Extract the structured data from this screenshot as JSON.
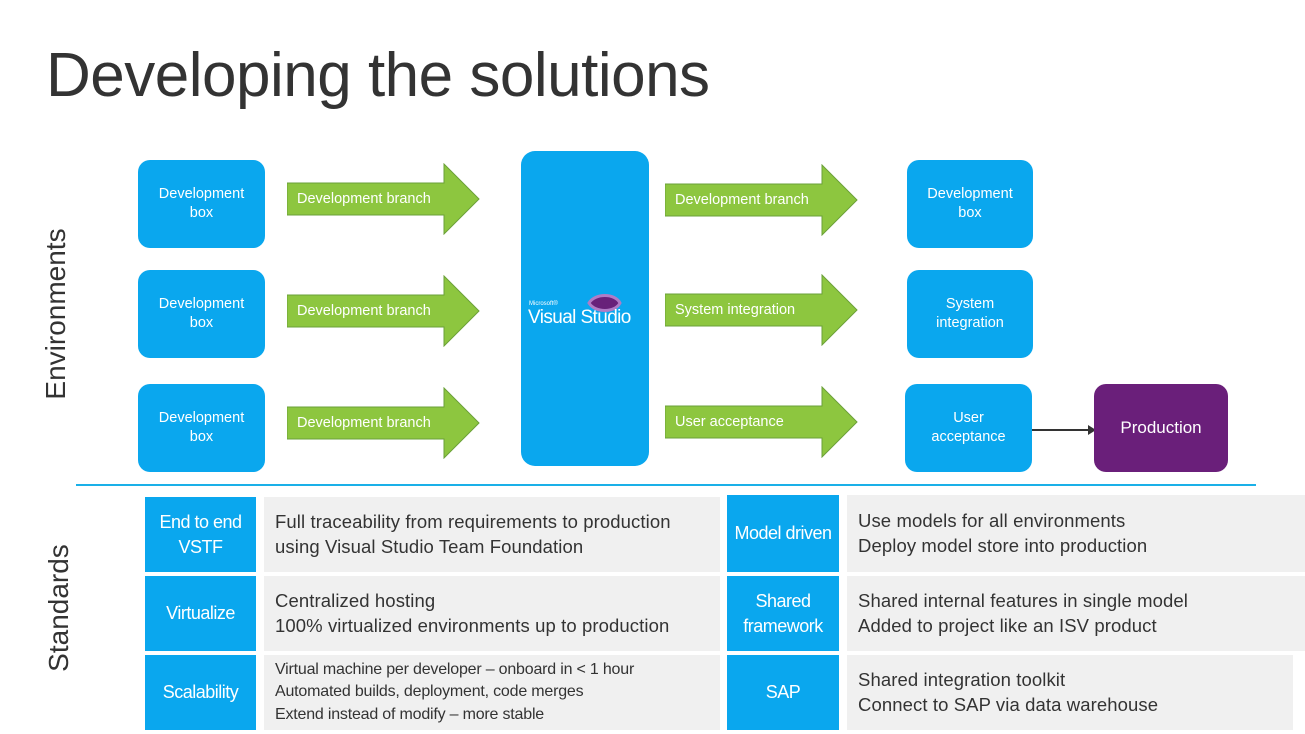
{
  "title": "Developing the solutions",
  "sections": {
    "environments": "Environments",
    "standards": "Standards"
  },
  "diagram": {
    "source_boxes": [
      {
        "label": "Development box"
      },
      {
        "label": "Development box"
      },
      {
        "label": "Development box"
      }
    ],
    "input_arrows": [
      {
        "label": "Development branch"
      },
      {
        "label": "Development branch"
      },
      {
        "label": "Development branch"
      }
    ],
    "center": {
      "brand_small": "Microsoft®",
      "brand_name": "Visual Studio"
    },
    "output_arrows": [
      {
        "label": "Development branch"
      },
      {
        "label": "System integration"
      },
      {
        "label": "User acceptance"
      }
    ],
    "target_boxes": [
      {
        "label": "Development box"
      },
      {
        "label": "System integration"
      },
      {
        "label": "User acceptance"
      }
    ],
    "production": {
      "label": "Production"
    }
  },
  "standards": {
    "left": [
      {
        "label": "End to end VSTF",
        "lines": [
          "Full traceability from requirements to production using Visual Studio Team Foundation"
        ]
      },
      {
        "label": "Virtualize",
        "lines": [
          "Centralized hosting",
          "100% virtualized environments up to production"
        ]
      },
      {
        "label": "Scalability",
        "lines": [
          "Virtual machine per developer – onboard in < 1 hour",
          "Automated builds, deployment, code merges",
          "Extend instead of modify – more stable"
        ]
      }
    ],
    "right": [
      {
        "label": "Model driven",
        "lines": [
          "Use models for all environments",
          "Deploy model store into production"
        ]
      },
      {
        "label": "Shared framework",
        "lines": [
          "Shared internal features in single model",
          "Added to project like an ISV product"
        ]
      },
      {
        "label": "SAP",
        "lines": [
          "Shared integration toolkit",
          "Connect to SAP via data warehouse"
        ]
      }
    ]
  },
  "colors": {
    "accent_blue": "#0aa7ee",
    "arrow_green": "#8dc63f",
    "production_purple": "#6a1f7a",
    "desc_gray": "#f0f0f0",
    "divider": "#1ab0e8"
  }
}
